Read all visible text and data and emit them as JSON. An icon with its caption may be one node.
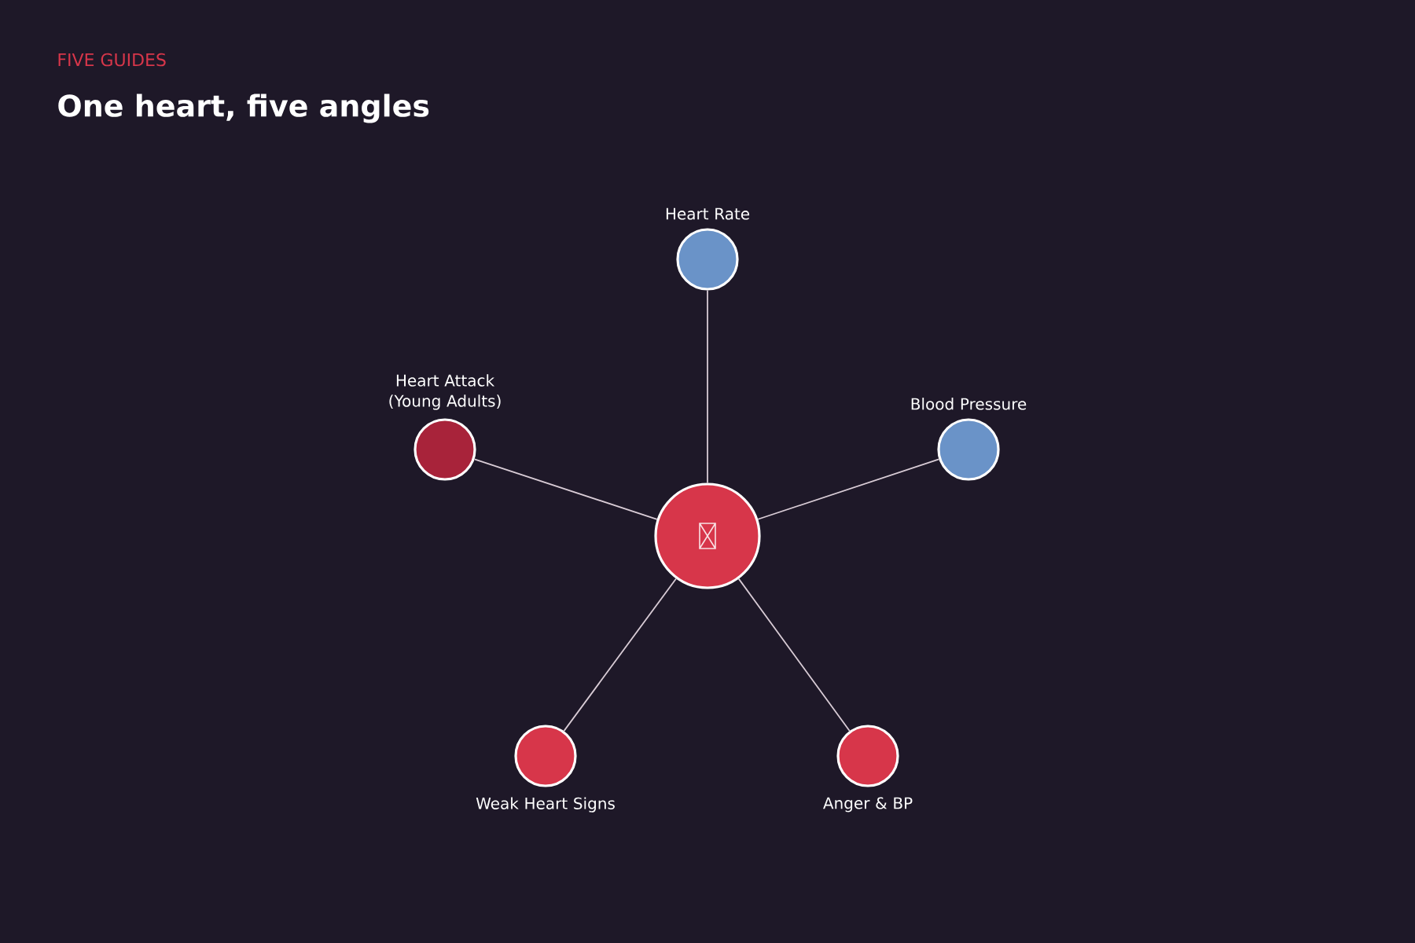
{
  "diagram": {
    "title": "One heart, five angles",
    "nodes": [
      {
        "text": [],
        "shape": "circle"
      },
      {
        "text": [
          "Heart Rate"
        ]
      },
      {
        "text": [
          "Heart Attack (Young Adults)"
        ]
      },
      {
        "text": [
          "Blood Pressure"
        ]
      },
      {
        "text": [
          "Weak Heart Signs"
        ]
      },
      {
        "text": [
          "Anger & BP"
        ]
      }
    ],
    "edges": [
      {
        "from": 0,
        "to": 1,
        "arrow": "none"
      },
      {
        "from": 0,
        "to": 2,
        "arrow": "none"
      },
      {
        "from": 0,
        "to": 3,
        "arrow": "none"
      },
      {
        "from": 0,
        "to": 4,
        "arrow": "none"
      },
      {
        "from": 0,
        "to": 5,
        "arrow": "none"
      }
    ],
    "labels": [
      "FIVE GUIDES"
    ]
  }
}
